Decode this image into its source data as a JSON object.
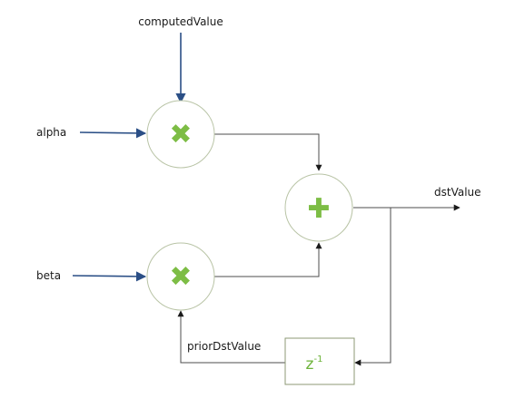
{
  "inputs": {
    "computed_value": "computedValue",
    "alpha": "alpha",
    "beta": "beta"
  },
  "signals": {
    "prior_dst_value": "priorDstValue"
  },
  "outputs": {
    "dst_value": "dstValue"
  },
  "operators": {
    "multiply_top": "✖",
    "multiply_bottom": "✖",
    "add": "✚",
    "delay_base": "z",
    "delay_exponent": "-1"
  },
  "colors": {
    "operator_green": "#7dbd45",
    "input_arrow_blue": "#2b4f86",
    "wire_gray": "#4d4d4d"
  }
}
